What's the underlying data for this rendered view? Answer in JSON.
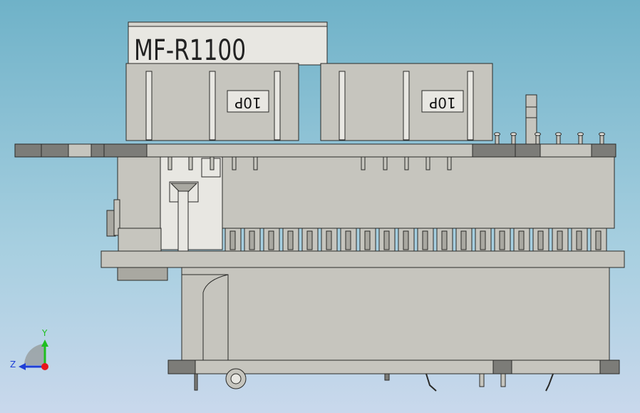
{
  "viewport": {
    "background_top": "#6fb2c8",
    "background_bottom": "#c9d8ec"
  },
  "model": {
    "label_main": "MF-R1100",
    "connector_left_label": "10P",
    "connector_right_label": "10P"
  },
  "triad": {
    "y_label": "Y",
    "z_label": "Z",
    "y_color": "#1fbf1f",
    "z_color": "#1f3fd6",
    "origin_color": "#e8151b"
  }
}
